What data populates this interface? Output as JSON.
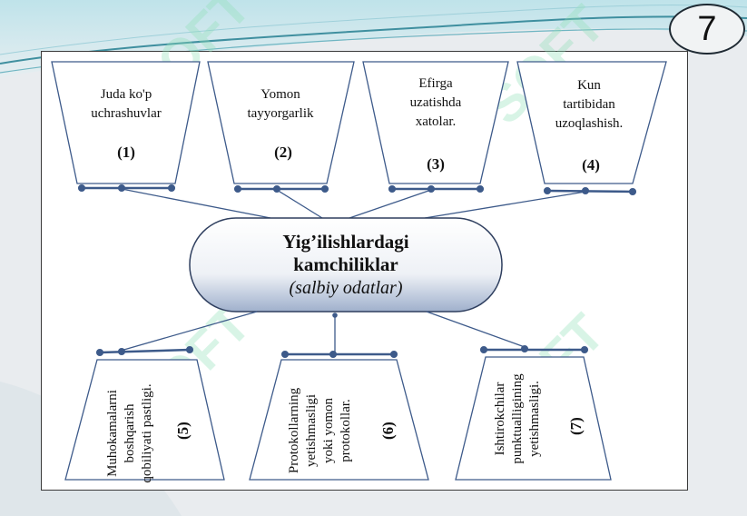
{
  "slide_number": "7",
  "center": {
    "title_line1": "Yig’ilishlardagi",
    "title_line2": "kamchiliklar",
    "subtitle": "(salbiy odatlar)"
  },
  "top_items": [
    {
      "line1": "Juda ko'p",
      "line2": "uchrashuvlar",
      "line3": "",
      "number": "(1)"
    },
    {
      "line1": "Yomon",
      "line2": "tayyorgarlik",
      "line3": "",
      "number": "(2)"
    },
    {
      "line1": "Efirga",
      "line2": "uzatishda",
      "line3": "xatolar.",
      "number": "(3)"
    },
    {
      "line1": "Kun",
      "line2": "tartibidan",
      "line3": "uzoqlashish.",
      "number": "(4)"
    }
  ],
  "bottom_items": [
    {
      "line1": "Muhokamalarni",
      "line2": "boshqarish",
      "line3": "qobiliyati pastligi.",
      "number": "(5)"
    },
    {
      "line1": "Protokollarning",
      "line2": "yetishmasligi",
      "line3": "yoki yomon",
      "line4": "protokollar.",
      "number": "(6)"
    },
    {
      "line1": "Ishtirokchilar",
      "line2": "punktualligining",
      "line3": "yetishmasligi.",
      "number": "(7)"
    }
  ],
  "colors": {
    "shape_stroke": "#3d5a8a",
    "connector": "#2f4f7f",
    "wave_teal": "#3f8f9f",
    "watermark": "#8fe0b8"
  },
  "watermark_text": "SOFT"
}
